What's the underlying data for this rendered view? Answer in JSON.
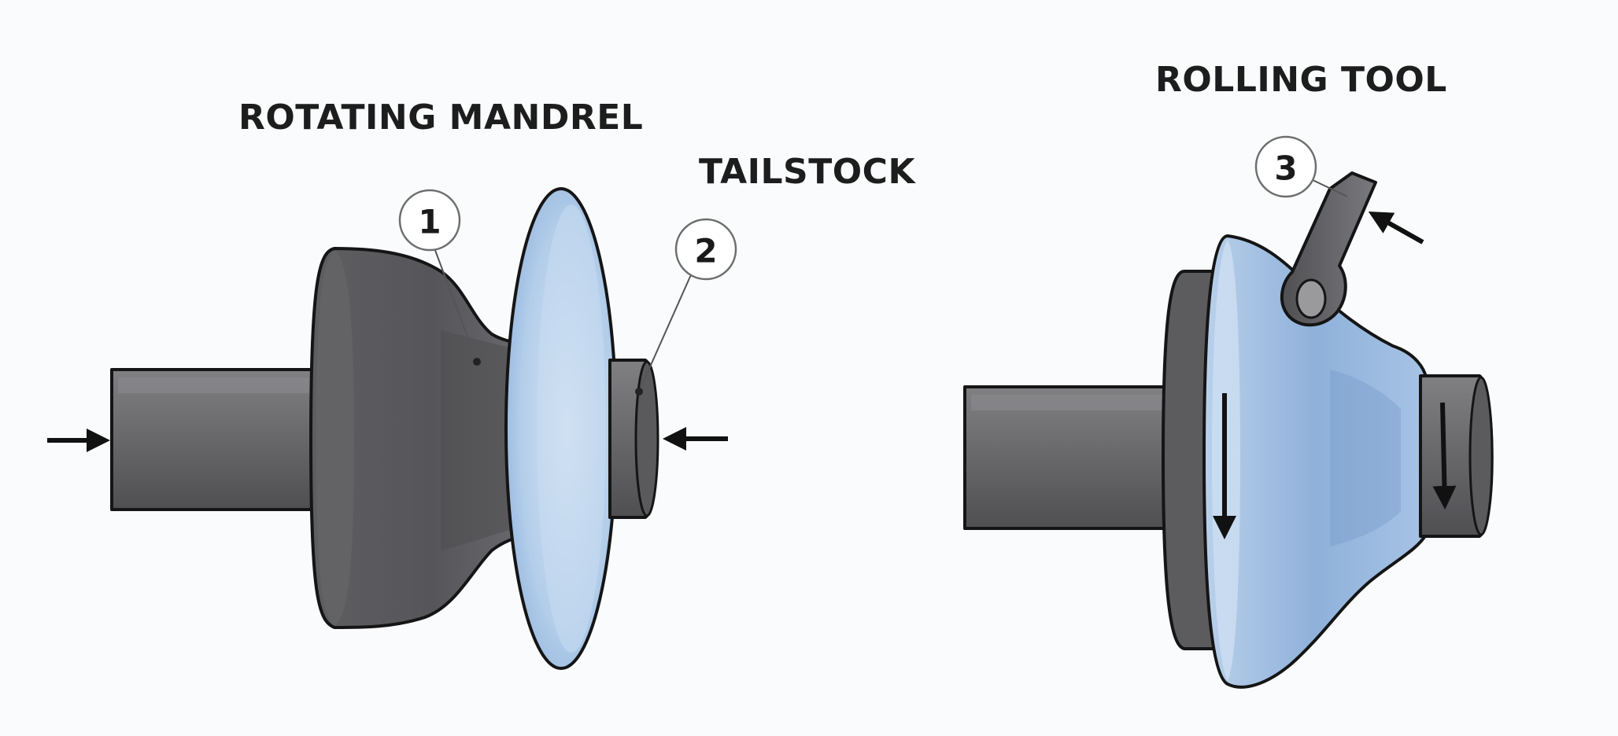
{
  "labels": {
    "rotating_mandrel": "ROTATING MANDREL",
    "tailstock": "TAILSTOCK",
    "rolling_tool": "ROLLING TOOL"
  },
  "callouts": [
    "1",
    "2",
    "3"
  ],
  "colors": {
    "steel_dark": "#4d4d4f",
    "steel_mid": "#6b6b6d",
    "steel_light": "#8a8a8c",
    "blank_blue": "#a9c6e6",
    "blank_blue_dark": "#7fa6d2",
    "outline": "#151515",
    "background": "#fafbfc"
  },
  "icons": {
    "arrow": "arrow-icon",
    "rotation_arrow": "rotation-arrow-icon"
  }
}
